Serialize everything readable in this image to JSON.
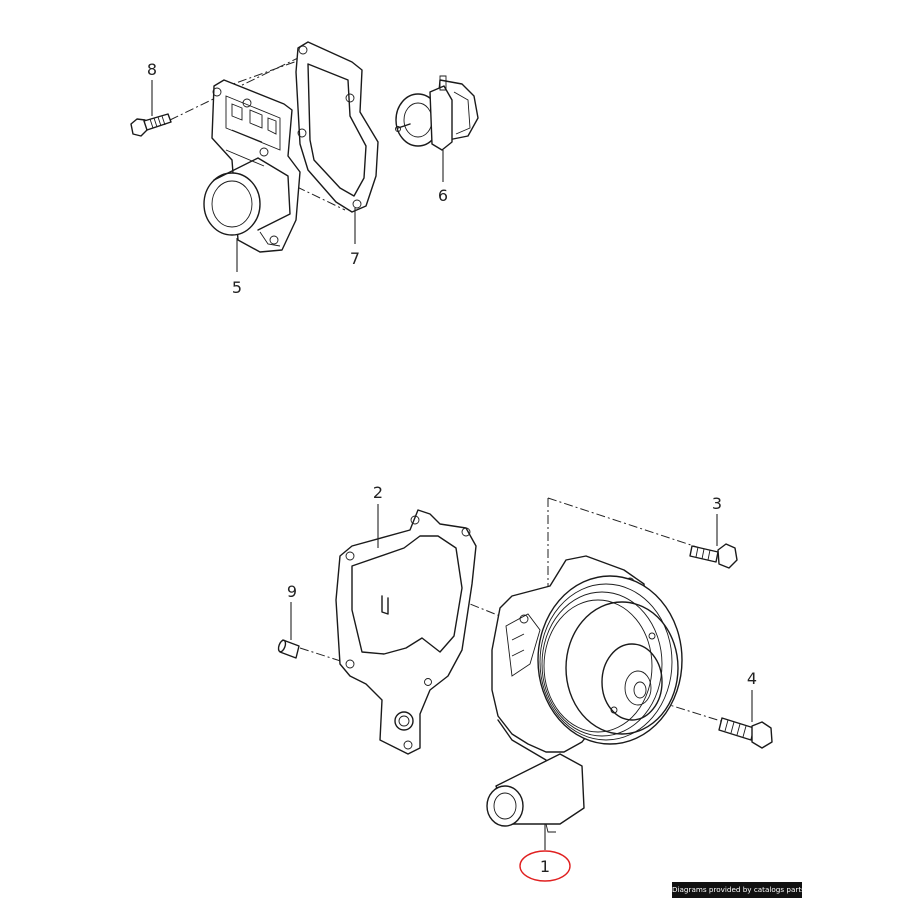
{
  "diagram": {
    "callouts": {
      "p1": "1",
      "p2": "2",
      "p3": "3",
      "p4": "4",
      "p5": "5",
      "p6": "6",
      "p7": "7",
      "p8": "8",
      "p9": "9"
    },
    "highlighted_callout": "1",
    "highlight_color": "#e02020"
  },
  "credit": "Diagrams provided by catalogs parts"
}
